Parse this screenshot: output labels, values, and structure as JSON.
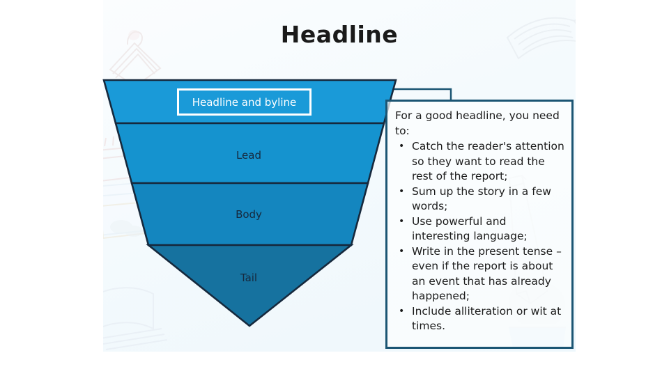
{
  "slide": {
    "title": "Headline",
    "background_color": "#f4fafd"
  },
  "pyramid": {
    "label_headline": "Headline and byline",
    "label_lead": "Lead",
    "label_body": "Body",
    "label_tail": "Tail",
    "colors": {
      "band_headline": "#1a9ad8",
      "band_lead": "#1593cf",
      "band_body": "#1486bf",
      "band_tail": "#16729f",
      "outline": "#16293d",
      "label_box_border": "#ffffff",
      "label_box_text": "#ffffff",
      "band_text": "#16293d"
    }
  },
  "tips": {
    "intro": "For a good headline, you need to:",
    "items": [
      "Catch the reader's attention so they want to read the rest of the report;",
      "Sum up the story in a few words;",
      "Use powerful and interesting language;",
      "Write in the present tense – even if the report is about an event that has already happened;",
      "Include alliteration or wit at times."
    ],
    "border_color": "#1b5573"
  }
}
